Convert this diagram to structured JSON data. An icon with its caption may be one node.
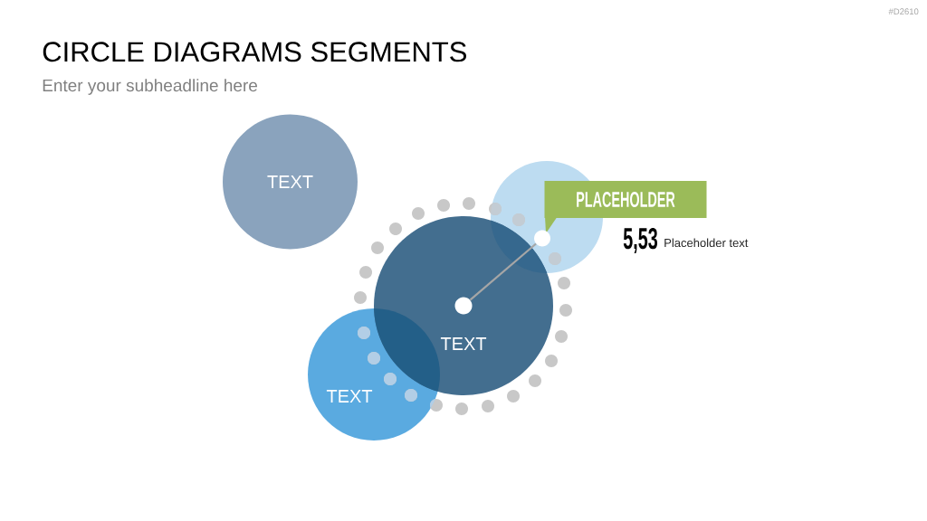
{
  "diagram": {
    "title": "CIRCLE DIAGRAMS SEGMENTS",
    "nodes": [
      {
        "text": [
          "TEXT"
        ]
      },
      {
        "text": [],
        "shape": "circle"
      },
      {
        "text": [],
        "shape": "circle",
        "in": 1
      },
      {
        "text": [
          "PLACEHOLDER"
        ],
        "beside": [
          "5,53",
          "Placeholder text"
        ]
      },
      {
        "text": [
          "TEXT"
        ]
      },
      {
        "text": [],
        "shape": "circle",
        "in": 4
      },
      {
        "text": [
          "TEXT"
        ]
      }
    ],
    "edges": [
      {
        "from": 5,
        "to": 2,
        "arrow": "none"
      }
    ],
    "labels": [
      "#D2610",
      "Enter your subheadline here"
    ]
  }
}
